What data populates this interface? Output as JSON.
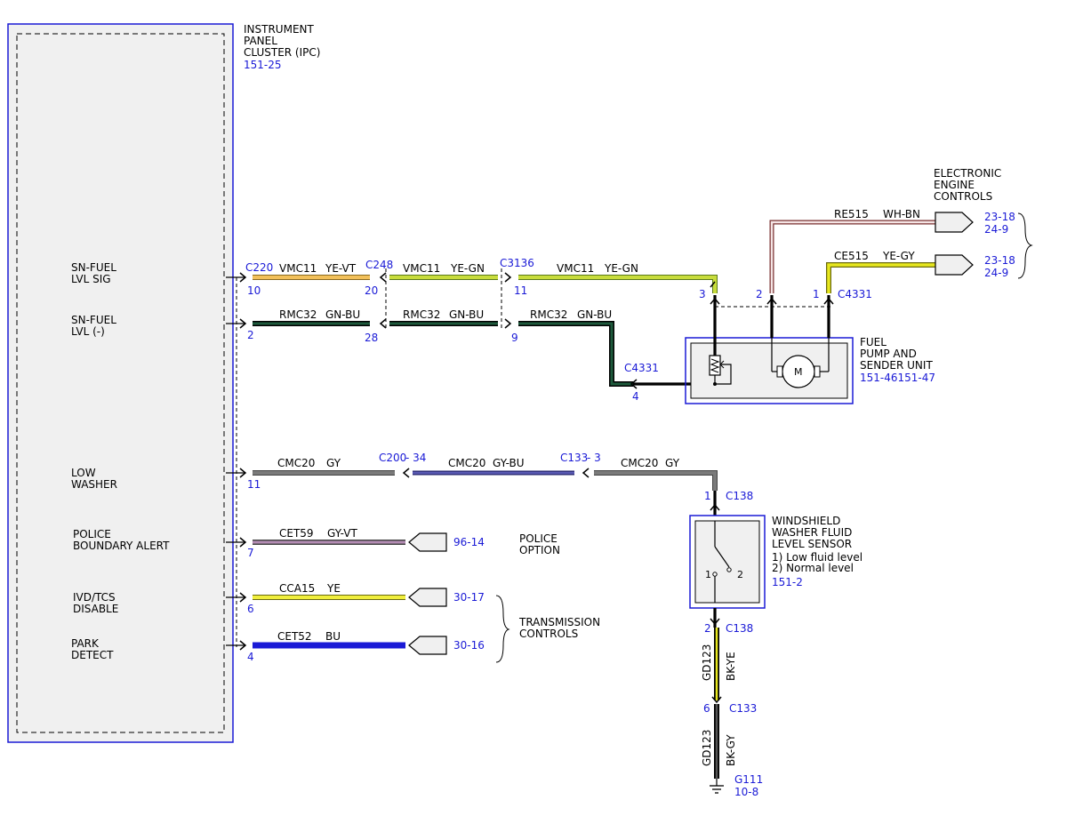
{
  "ipc": {
    "name": "INSTRUMENT PANEL CLUSTER (IPC)",
    "line1": "INSTRUMENT",
    "line2": "PANEL",
    "line3": "CLUSTER (IPC)",
    "ref": "151-25"
  },
  "ipc_labels": [
    {
      "l1": "SN-FUEL",
      "l2": "LVL SIG"
    },
    {
      "l1": "SN-FUEL",
      "l2": "LVL (-)"
    },
    {
      "l1": "LOW",
      "l2": "WASHER"
    },
    {
      "l1": "POLICE",
      "l2": "BOUNDARY ALERT"
    },
    {
      "l1": "IVD/TCS",
      "l2": "DISABLE"
    },
    {
      "l1": "PARK",
      "l2": "DETECT"
    }
  ],
  "ipc_pins": [
    "10",
    "2",
    "11",
    "7",
    "6",
    "4"
  ],
  "fuel_sig": {
    "connectors": [
      "C220",
      "C248",
      "C3136"
    ],
    "seg1": {
      "circuit": "VMC11",
      "color": "YE-VT",
      "pin": "20"
    },
    "seg2": {
      "circuit": "VMC11",
      "color": "YE-GN",
      "pin": "11"
    },
    "seg3": {
      "circuit": "VMC11",
      "color": "YE-GN",
      "pin": "3"
    }
  },
  "fuel_return": {
    "seg1": {
      "circuit": "RMC32",
      "color": "GN-BU",
      "pin": "28"
    },
    "seg2": {
      "circuit": "RMC32",
      "color": "GN-BU",
      "pin": "9"
    },
    "seg3": {
      "circuit": "RMC32",
      "color": "GN-BU"
    },
    "end_connector": "C4331",
    "end_pin": "4"
  },
  "eec": {
    "title_l1": "ELECTRONIC",
    "title_l2": "ENGINE",
    "title_l3": "CONTROLS",
    "wire1": {
      "circuit": "RE515",
      "color": "WH-BN",
      "pin": "2",
      "ref1": "23-18",
      "ref2": "24-9"
    },
    "wire2": {
      "circuit": "CE515",
      "color": "YE-GY",
      "pin": "1",
      "connector": "C4331",
      "ref1": "23-18",
      "ref2": "24-9"
    }
  },
  "fuel_pump": {
    "l1": "FUEL",
    "l2": "PUMP AND",
    "l3": "SENDER UNIT",
    "ref": "151-46151-47",
    "motor": "M"
  },
  "washer": {
    "connector1": "C200",
    "pin1": "- 34",
    "connector2": "C133",
    "pin2": "- 3",
    "seg1": {
      "circuit": "CMC20",
      "color": "GY"
    },
    "seg2": {
      "circuit": "CMC20",
      "color": "GY-BU"
    },
    "seg3": {
      "circuit": "CMC20",
      "color": "GY"
    },
    "sensor_pin_top": "1",
    "sensor_conn_top": "C138",
    "sensor_pin_bottom": "2",
    "sensor_conn_bottom": "C138",
    "sensor_l1": "WINDSHIELD",
    "sensor_l2": "WASHER FLUID",
    "sensor_l3": "LEVEL SENSOR",
    "sensor_l4": "1) Low fluid level",
    "sensor_l5": "2) Normal level",
    "sensor_ref": "151-2",
    "switch_pin1": "1",
    "switch_pin2": "2",
    "ground_wire1": {
      "circuit": "GD123",
      "color": "BK-YE"
    },
    "c133_pin": "6",
    "c133": "C133",
    "ground_wire2": {
      "circuit": "GD123",
      "color": "BK-GY"
    },
    "ground_name": "G111",
    "ground_ref": "10-8"
  },
  "police": {
    "circuit": "CET59",
    "color": "GY-VT",
    "ref": "96-14",
    "label_l1": "POLICE",
    "label_l2": "OPTION"
  },
  "ivd": {
    "circuit": "CCA15",
    "color": "YE",
    "ref": "30-17"
  },
  "park": {
    "circuit": "CET52",
    "color": "BU",
    "ref": "30-16"
  },
  "transmission": {
    "l1": "TRANSMISSION",
    "l2": "CONTROLS"
  },
  "wire_colors": {
    "YE-VT": "#f2c05a",
    "YE-GN": "#c8dc3c",
    "GN-BU": "#1e5a3c",
    "GY": "#7a7a7a",
    "GY-BU": "#5a5ab4",
    "GY-VT": "#b48cb4",
    "YE": "#f0ee3c",
    "BU": "#1a1ad6",
    "WH-BN": "#d89090",
    "YE-GY": "#e8e81e",
    "BK-YE": "#e8e81e",
    "BK-GY": "#555555",
    "ref": "#1a1ad6"
  }
}
